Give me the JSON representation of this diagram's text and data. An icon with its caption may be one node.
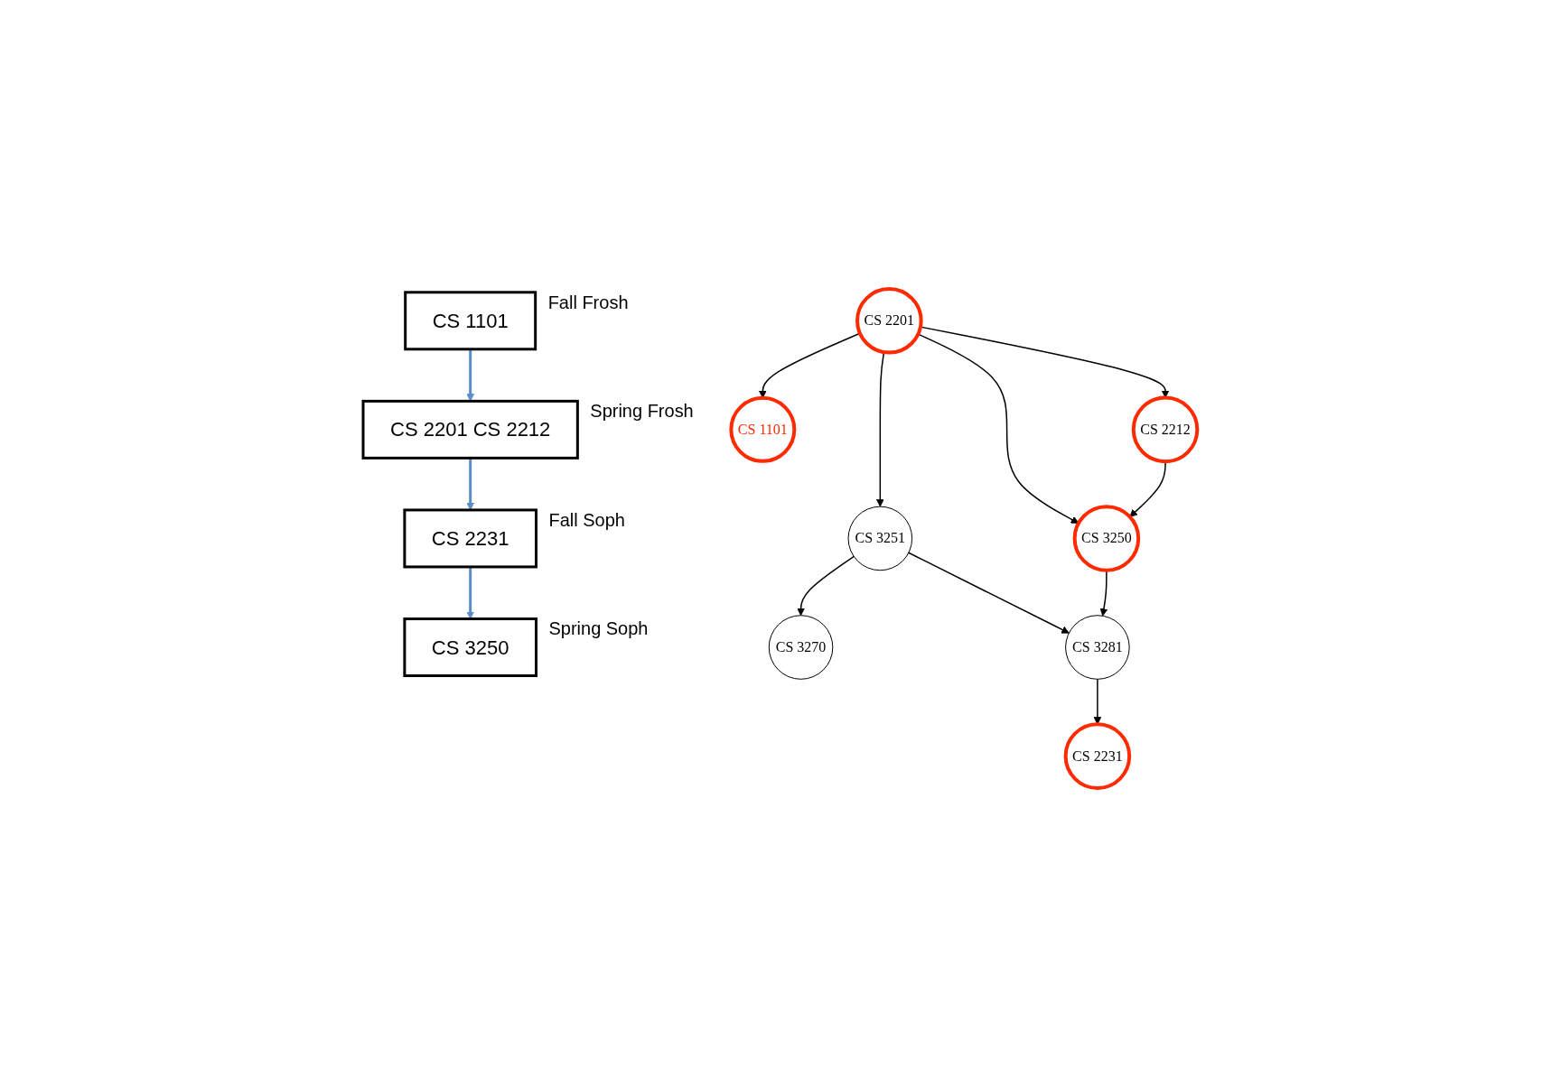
{
  "diagram": {
    "nodes": [
      {
        "text": [
          "CS 1101"
        ],
        "beside": [
          "Fall Frosh"
        ]
      },
      {
        "text": [
          "CS 2201 CS 2212"
        ],
        "beside": [
          "Spring Frosh"
        ]
      },
      {
        "text": [
          "CS 2231"
        ],
        "beside": [
          "Fall Soph"
        ]
      },
      {
        "text": [
          "CS 3250"
        ],
        "beside": [
          "Spring Soph"
        ]
      },
      {
        "text": [
          "CS 2201"
        ]
      },
      {
        "text": [
          "CS 1101"
        ]
      },
      {
        "text": [
          "CS 2212"
        ]
      },
      {
        "text": [
          "CS 3251"
        ]
      },
      {
        "text": [
          "CS 3250"
        ]
      },
      {
        "text": [
          "CS 3270"
        ]
      },
      {
        "text": [
          "CS 3281"
        ]
      },
      {
        "text": [
          "CS 2231"
        ]
      }
    ],
    "edges": [
      {
        "from": 0,
        "to": 1,
        "arrow": "to",
        "color": "#5b8ec9"
      },
      {
        "from": 1,
        "to": 2,
        "arrow": "to",
        "color": "#5b8ec9"
      },
      {
        "from": 2,
        "to": 3,
        "arrow": "to",
        "color": "#5b8ec9"
      },
      {
        "from": 4,
        "to": 5,
        "arrow": "to"
      },
      {
        "from": 4,
        "to": 8,
        "arrow": "to"
      },
      {
        "from": 4,
        "to": 6,
        "arrow": "to"
      },
      {
        "from": 4,
        "to": 7,
        "arrow": "to"
      },
      {
        "from": 6,
        "to": 8,
        "arrow": "to"
      },
      {
        "from": 7,
        "to": 10,
        "arrow": "to"
      },
      {
        "from": 7,
        "to": 9,
        "arrow": "to"
      },
      {
        "from": 8,
        "to": 10,
        "arrow": "to"
      },
      {
        "from": 10,
        "to": 11,
        "arrow": "to"
      }
    ]
  }
}
